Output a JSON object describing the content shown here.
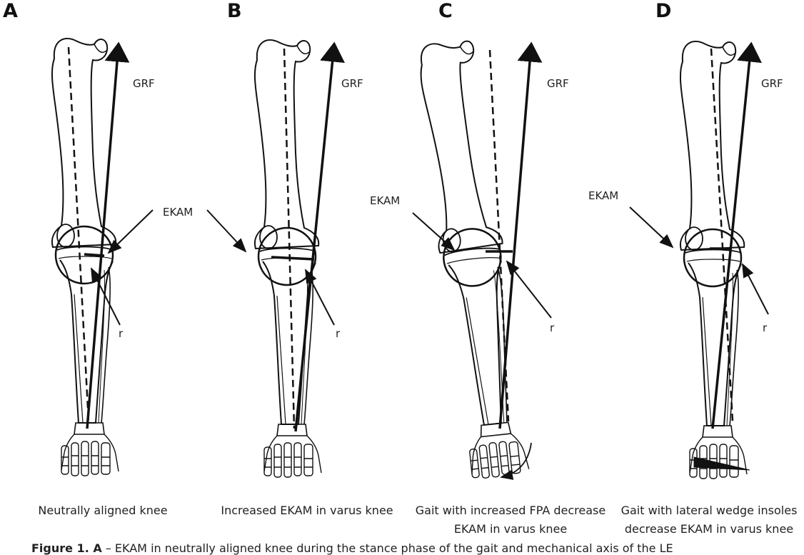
{
  "panels": [
    {
      "letter": "A",
      "grf": "GRF",
      "ekam": "EKAM",
      "r": "r",
      "caption_lines": [
        "Neutrally aligned knee"
      ]
    },
    {
      "letter": "B",
      "grf": "GRF",
      "ekam": "EKAM",
      "r": "r",
      "caption_lines": [
        "Increased EKAM in varus knee"
      ]
    },
    {
      "letter": "C",
      "grf": "GRF",
      "ekam": "EKAM",
      "r": "r",
      "caption_lines": [
        "Gait with increased FPA decrease",
        "EKAM in varus knee"
      ]
    },
    {
      "letter": "D",
      "grf": "GRF",
      "ekam": "EKAM",
      "r": "r",
      "caption_lines": [
        "Gait with lateral wedge insoles",
        "decrease EKAM in varus knee"
      ]
    }
  ],
  "figure_note": {
    "label": "Figure 1. A",
    "text": " – EKAM in neutrally aligned knee during the stance phase of the gait and mechanical axis of the LE"
  },
  "colors": {
    "ink": "#111111",
    "background": "#ffffff"
  }
}
